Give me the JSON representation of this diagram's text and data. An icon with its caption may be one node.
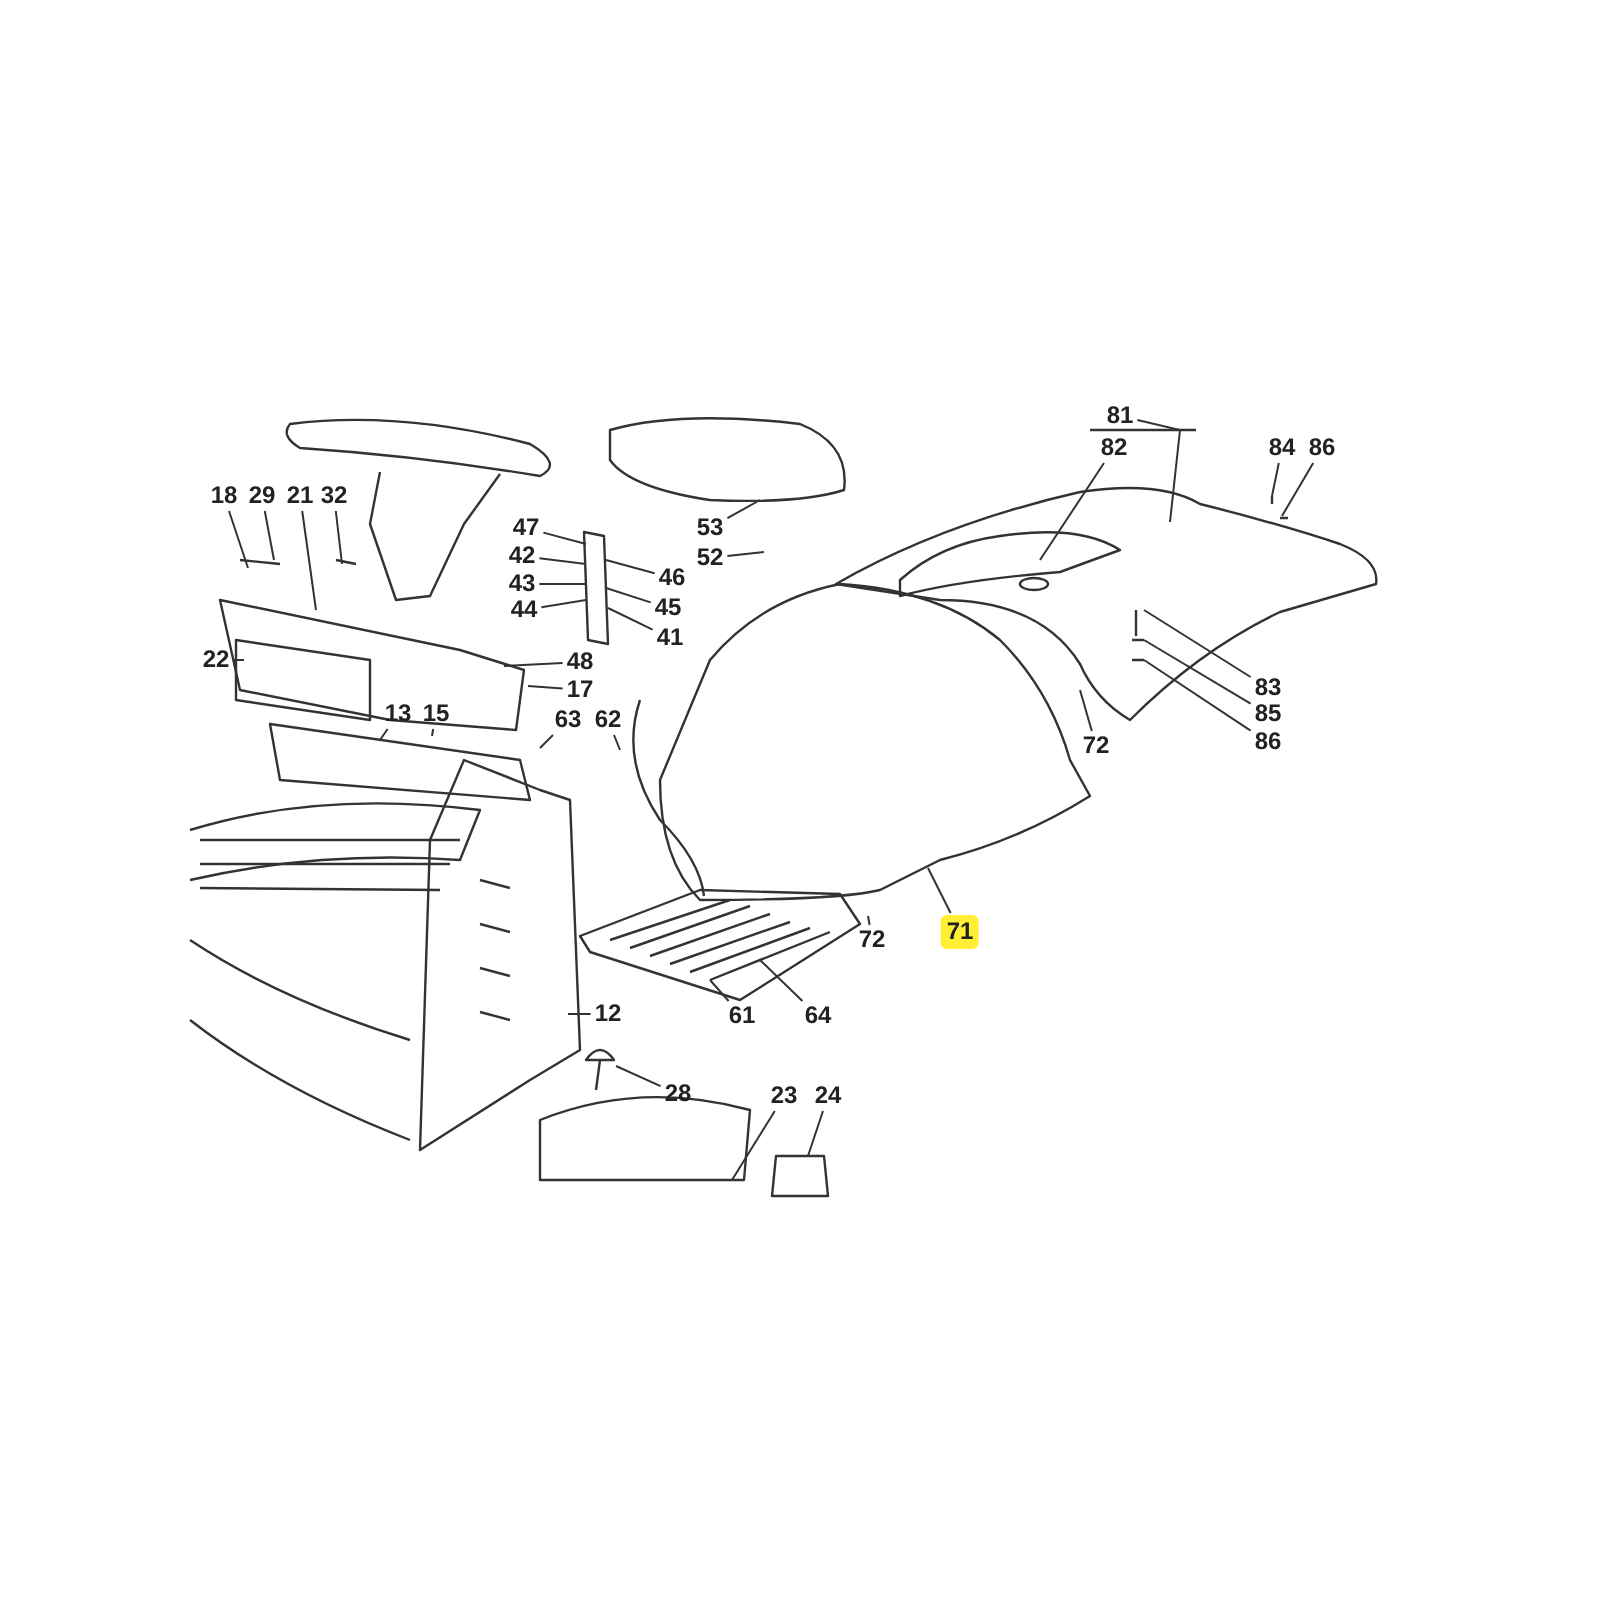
{
  "diagram": {
    "nodes": [
      {
        "text": [
          "18"
        ]
      },
      {
        "text": [
          "29"
        ]
      },
      {
        "text": [
          "21"
        ]
      },
      {
        "text": [
          "32"
        ]
      },
      {
        "text": [
          "47"
        ]
      },
      {
        "text": [
          "42"
        ]
      },
      {
        "text": [
          "43"
        ]
      },
      {
        "text": [
          "44"
        ]
      },
      {
        "text": [
          "46"
        ]
      },
      {
        "text": [
          "45"
        ]
      },
      {
        "text": [
          "41"
        ]
      },
      {
        "text": [
          "53"
        ]
      },
      {
        "text": [
          "52"
        ]
      },
      {
        "text": [
          "81"
        ]
      },
      {
        "text": [
          "82"
        ]
      },
      {
        "text": [
          "84"
        ]
      },
      {
        "text": [
          "86"
        ]
      },
      {
        "text": [
          "22"
        ]
      },
      {
        "text": [
          "48"
        ]
      },
      {
        "text": [
          "17"
        ]
      },
      {
        "text": [
          "63"
        ]
      },
      {
        "text": [
          "62"
        ]
      },
      {
        "text": [
          "13"
        ]
      },
      {
        "text": [
          "15"
        ]
      },
      {
        "text": [
          "83"
        ]
      },
      {
        "text": [
          "85"
        ]
      },
      {
        "text": [
          "86"
        ]
      },
      {
        "text": [
          "72"
        ]
      },
      {
        "text": [
          "71"
        ]
      },
      {
        "text": [
          "72"
        ]
      },
      {
        "text": [
          "12"
        ]
      },
      {
        "text": [
          "61"
        ]
      },
      {
        "text": [
          "64"
        ]
      },
      {
        "text": [
          "28"
        ]
      },
      {
        "text": [
          "23"
        ]
      },
      {
        "text": [
          "24"
        ]
      }
    ],
    "edges": [
      {
        "from": 0,
        "to": null,
        "arrow": "none"
      },
      {
        "from": 1,
        "to": null,
        "arrow": "none"
      },
      {
        "from": 2,
        "to": null,
        "arrow": "none"
      },
      {
        "from": 3,
        "to": null,
        "arrow": "none"
      },
      {
        "from": 4,
        "to": null,
        "arrow": "none"
      },
      {
        "from": 5,
        "to": null,
        "arrow": "none"
      },
      {
        "from": 6,
        "to": null,
        "arrow": "none"
      },
      {
        "from": 7,
        "to": null,
        "arrow": "none"
      },
      {
        "from": 8,
        "to": null,
        "arrow": "none"
      },
      {
        "from": 9,
        "to": null,
        "arrow": "none"
      },
      {
        "from": 10,
        "to": null,
        "arrow": "none"
      },
      {
        "from": 11,
        "to": null,
        "arrow": "none"
      },
      {
        "from": 12,
        "to": null,
        "arrow": "none"
      },
      {
        "from": 13,
        "to": null,
        "arrow": "none"
      },
      {
        "from": 14,
        "to": null,
        "arrow": "none"
      },
      {
        "from": 15,
        "to": null,
        "arrow": "none"
      },
      {
        "from": 16,
        "to": null,
        "arrow": "none"
      },
      {
        "from": 17,
        "to": null,
        "arrow": "none"
      },
      {
        "from": 18,
        "to": null,
        "arrow": "none"
      },
      {
        "from": 19,
        "to": null,
        "arrow": "none"
      },
      {
        "from": 20,
        "to": null,
        "arrow": "none"
      },
      {
        "from": 21,
        "to": null,
        "arrow": "none"
      },
      {
        "from": 22,
        "to": null,
        "arrow": "none"
      },
      {
        "from": 23,
        "to": null,
        "arrow": "none"
      },
      {
        "from": 24,
        "to": null,
        "arrow": "none"
      },
      {
        "from": 25,
        "to": null,
        "arrow": "none"
      },
      {
        "from": 26,
        "to": null,
        "arrow": "none"
      },
      {
        "from": 27,
        "to": null,
        "arrow": "none"
      },
      {
        "from": 28,
        "to": null,
        "arrow": "none"
      },
      {
        "from": 29,
        "to": null,
        "arrow": "none"
      },
      {
        "from": 30,
        "to": null,
        "arrow": "none"
      },
      {
        "from": 31,
        "to": null,
        "arrow": "none"
      },
      {
        "from": 32,
        "to": null,
        "arrow": "none"
      },
      {
        "from": 33,
        "to": null,
        "arrow": "none"
      },
      {
        "from": 34,
        "to": null,
        "arrow": "none"
      },
      {
        "from": 35,
        "to": null,
        "arrow": "none"
      }
    ]
  }
}
